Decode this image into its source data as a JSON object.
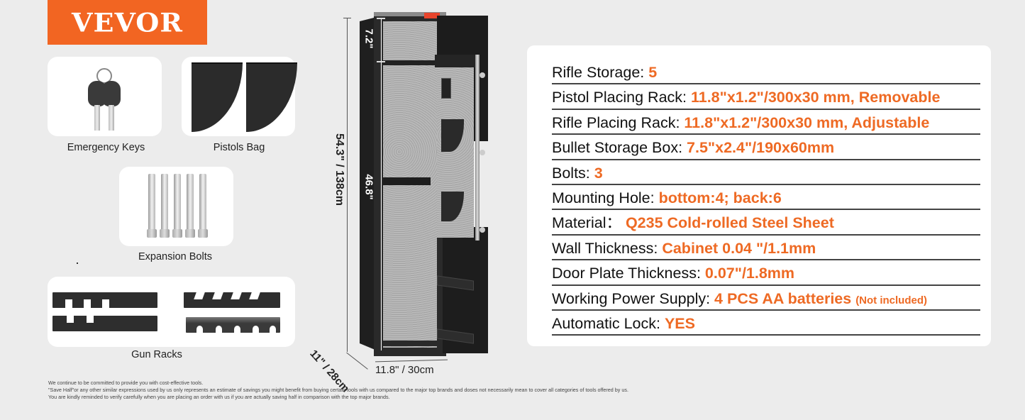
{
  "brand": {
    "logo_text": "VEVOR",
    "color": "#f26522"
  },
  "accessories": [
    {
      "label": "Emergency Keys",
      "icon": "keys-icon"
    },
    {
      "label": "Pistols Bag",
      "icon": "pistol-bag-icon"
    },
    {
      "label": "Expansion Bolts",
      "icon": "expansion-bolts-icon"
    },
    {
      "label": "Gun Racks",
      "icon": "gun-racks-icon"
    }
  ],
  "dimensions": {
    "height_total": "54.3\" / 138cm",
    "top_compartment": "7.2\"",
    "inner_height": "46.8\"",
    "depth": "11\" / 28cm",
    "width": "11.8\" / 30cm"
  },
  "specs": [
    {
      "label": "Rifle Storage: ",
      "value": "5"
    },
    {
      "label": "Pistol Placing Rack: ",
      "value": "11.8\"x1.2\"/300x30 mm, Removable"
    },
    {
      "label": "Rifle Placing Rack: ",
      "value": "11.8\"x1.2\"/300x30 mm, Adjustable"
    },
    {
      "label": "Bullet Storage Box: ",
      "value": "7.5\"x2.4\"/190x60mm"
    },
    {
      "label": "Bolts: ",
      "value": "3"
    },
    {
      "label": "Mounting Hole: ",
      "value": "bottom:4; back:6"
    },
    {
      "label": "Material： ",
      "value": "Q235 Cold-rolled Steel Sheet"
    },
    {
      "label": "Wall Thickness: ",
      "value": "Cabinet 0.04 \"/1.1mm"
    },
    {
      "label": "Door Plate Thickness: ",
      "value": "0.07\"/1.8mm"
    },
    {
      "label": "Working Power Supply: ",
      "value": "4 PCS AA batteries ",
      "note": "(Not included)"
    },
    {
      "label": "Automatic Lock: ",
      "value": "YES"
    }
  ],
  "accent_color": "#ee6a24",
  "disclaimer": [
    "We continue to be committed to provide you with cost-effective tools.",
    "\"Save Half\"or any other similar expressions used by us only represents an estimate of savings you might benefit from buying certain tools with us compared to the major top brands and doses not necessarily mean to cover all categories of tools offered by us.",
    "You are kindly reminded to verify carefully when you are placing an order with us if you are actually saving half in comparison with the top major brands."
  ]
}
